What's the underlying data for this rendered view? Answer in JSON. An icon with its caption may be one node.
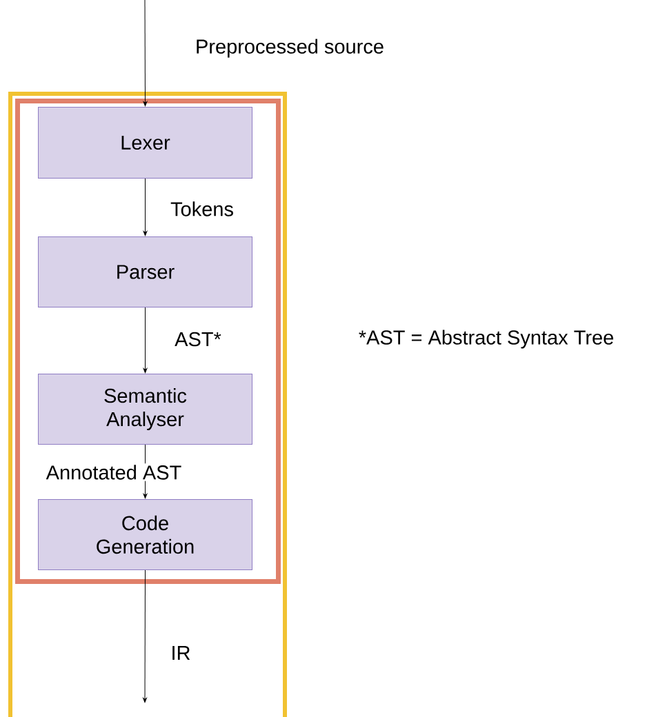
{
  "diagram": {
    "nodes": [
      {
        "text": [],
        "shape": "box"
      },
      {
        "text": [],
        "shape": "box",
        "in": 0
      },
      {
        "text": [
          "Lexer"
        ],
        "in": 1
      },
      {
        "text": [
          "Parser"
        ],
        "in": 1
      },
      {
        "text": [
          "Semantic Analyser"
        ],
        "in": 1
      },
      {
        "text": [
          "Code Generation"
        ],
        "in": 1
      }
    ],
    "edges": [
      {
        "from": null,
        "to": 2,
        "arrow": "to",
        "label": "Preprocessed source"
      },
      {
        "from": 2,
        "to": 3,
        "arrow": "to",
        "label": "Tokens"
      },
      {
        "from": 3,
        "to": 4,
        "arrow": "to",
        "label": "AST*"
      },
      {
        "from": 4,
        "to": 5,
        "arrow": "to",
        "label": "Annotated AST"
      },
      {
        "from": 5,
        "to": null,
        "arrow": "to",
        "label": "IR"
      }
    ],
    "labels": [
      "*AST = Abstract Syntax Tree"
    ]
  }
}
